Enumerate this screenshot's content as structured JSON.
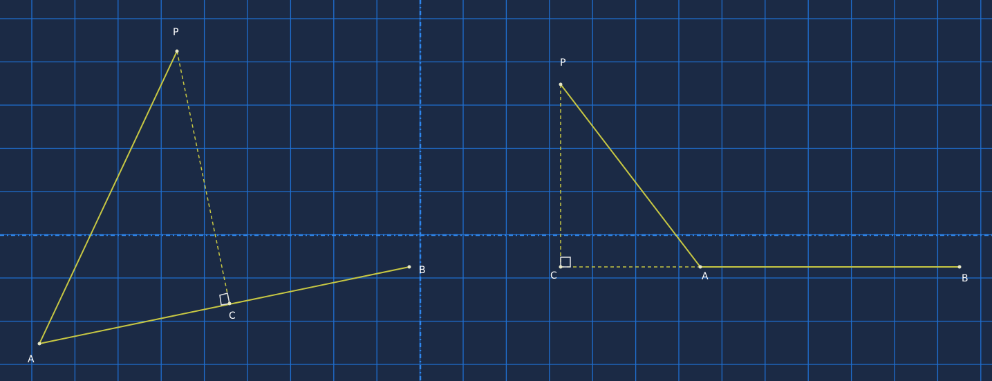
{
  "colors": {
    "background": "#1b2a45",
    "grid": "#1f6fd1",
    "axis": "#2f86ec",
    "segment": "#c8c843",
    "right_angle_marker": "#e6e6e6",
    "label": "#ffffff",
    "point": "#e8e8c8"
  },
  "left_figure": {
    "P": {
      "label": "P"
    },
    "A": {
      "label": "A"
    },
    "B": {
      "label": "B"
    },
    "C": {
      "label": "C"
    },
    "segments": [
      "PA",
      "AB"
    ],
    "perpendicular": "PC",
    "right_angle_at": "C"
  },
  "right_figure": {
    "P": {
      "label": "P"
    },
    "A": {
      "label": "A"
    },
    "B": {
      "label": "B"
    },
    "C": {
      "label": "C"
    },
    "segments": [
      "PA",
      "AB"
    ],
    "perpendicular": "PC",
    "extension": "CA",
    "right_angle_at": "C"
  }
}
